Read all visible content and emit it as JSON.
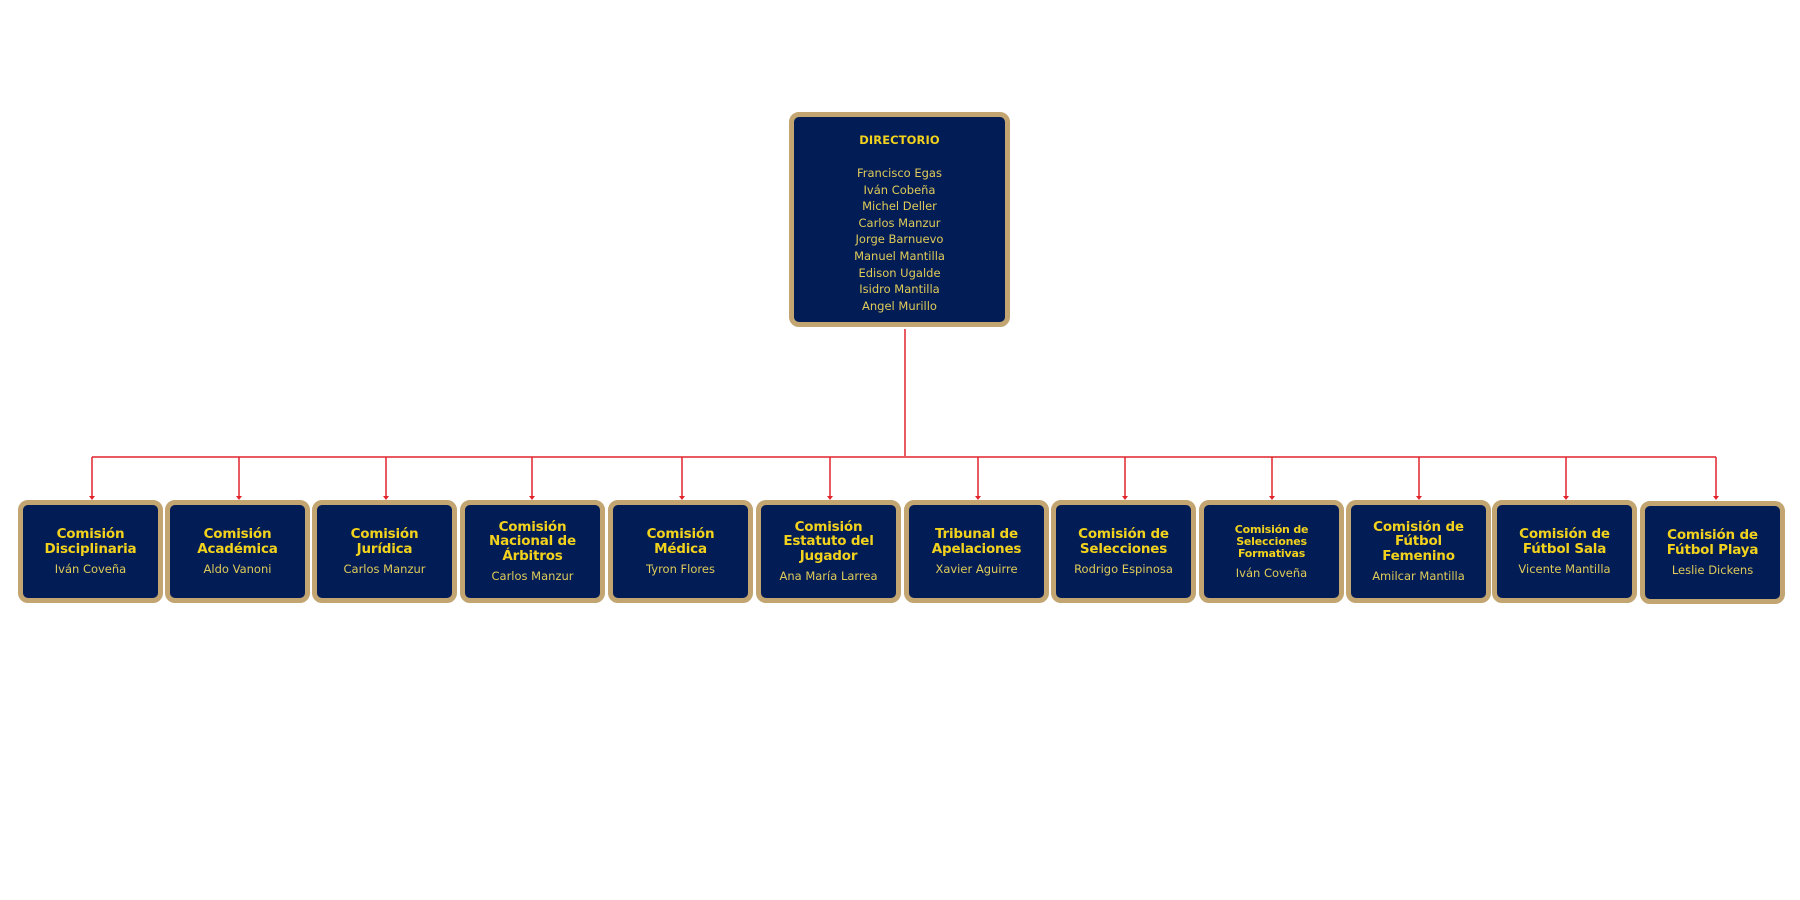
{
  "root": {
    "title": "DIRECTORIO",
    "members": [
      "Francisco Egas",
      "Iván Cobeña",
      "Michel Deller",
      "Carlos Manzur",
      "Jorge Barnuevo",
      "Manuel Mantilla",
      "Edison Ugalde",
      "Isidro Mantilla",
      "Angel Murillo"
    ]
  },
  "commissions": [
    {
      "title": "Comisión Disciplinaria",
      "person": "Iván Coveña"
    },
    {
      "title": "Comisión Académica",
      "person": "Aldo Vanoni"
    },
    {
      "title": "Comisión Jurídica",
      "person": "Carlos Manzur"
    },
    {
      "title": "Comisión Nacional de Árbitros",
      "person": "Carlos Manzur"
    },
    {
      "title": "Comisión Médica",
      "person": "Tyron Flores"
    },
    {
      "title": "Comisión Estatuto del Jugador",
      "person": "Ana María Larrea"
    },
    {
      "title": "Tribunal de Apelaciones",
      "person": "Xavier Aguirre"
    },
    {
      "title": "Comisión de Selecciones",
      "person": "Rodrigo Espinosa"
    },
    {
      "title": "Comisión de Selecciones Formativas",
      "person": "Iván Coveña"
    },
    {
      "title": "Comisión de Fútbol Femenino",
      "person": "Amilcar Mantilla"
    },
    {
      "title": "Comisión de Fútbol Sala",
      "person": "Vicente Mantilla"
    },
    {
      "title": "Comisión de Fútbol Playa",
      "person": "Leslie Dickens"
    }
  ],
  "colors": {
    "box_fill": "#021c56",
    "box_border": "#c2a571",
    "title_text": "#f2d21c",
    "name_text": "#e0cc58",
    "connector": "#e0242a"
  }
}
